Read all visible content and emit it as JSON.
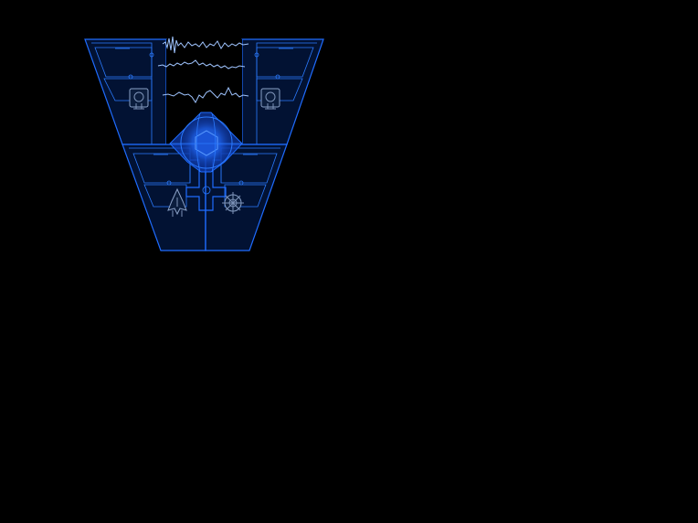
{
  "scene": {
    "colors": {
      "background": "#000000",
      "panel": "#021233",
      "edge": "#1f6cff",
      "glow": "#1e5fe6",
      "signal": "#9fc4ff",
      "glyph": "#8aa1c7"
    },
    "upper_deck": {
      "left_slot": {
        "icon": "pipe-valve-icon"
      },
      "right_slot": {
        "icon": "pipe-valve-icon"
      },
      "signals": [
        {
          "name": "signal-trace-1"
        },
        {
          "name": "signal-trace-2"
        },
        {
          "name": "signal-trace-3"
        }
      ]
    },
    "lower_deck": {
      "left_slot": {
        "icon": "rocket-ship-icon"
      },
      "right_slot": {
        "icon": "gear-cog-icon"
      }
    },
    "core": {
      "icon": "energy-core-icon"
    }
  }
}
